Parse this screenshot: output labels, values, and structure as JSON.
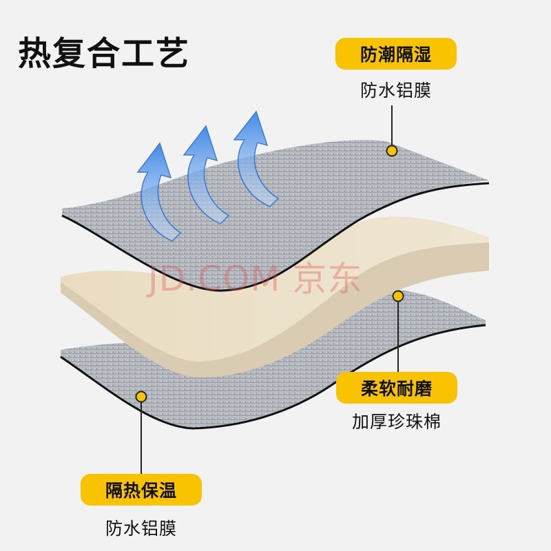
{
  "title": "热复合工艺",
  "labels": [
    {
      "badge": "防潮隔湿",
      "sub": "防水铝膜"
    },
    {
      "badge": "柔软耐磨",
      "sub": "加厚珍珠棉"
    },
    {
      "badge": "隔热保温",
      "sub": "防水铝膜"
    }
  ],
  "watermark": "JD.COM 京东",
  "colors": {
    "accent": "#f9c300",
    "arrow": "#3f8ee8",
    "foil": "#b8bcc2",
    "foam": "#ece3cf"
  }
}
